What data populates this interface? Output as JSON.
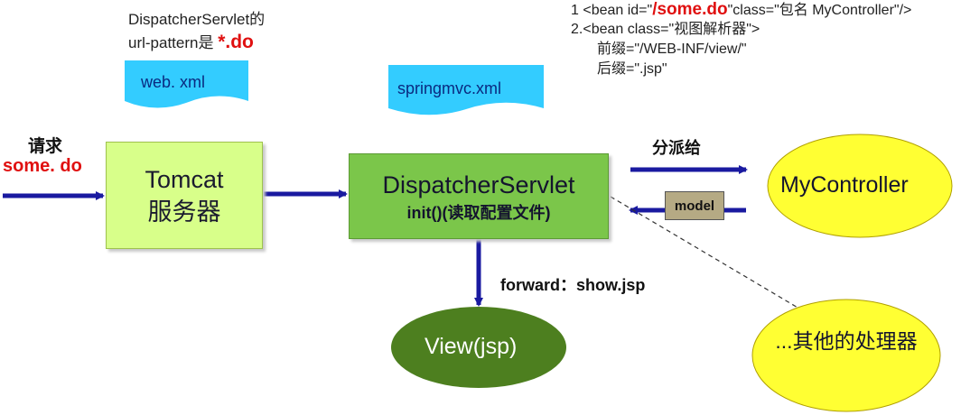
{
  "config_note": {
    "line1_prefix": "1 <bean id=\"",
    "line1_highlight": "/some.do",
    "line1_suffix": "\"class=\"包名 MyController\"/>",
    "line2": "2.<bean class=\"视图解析器\">",
    "line3": "前缀=\"/WEB-INF/view/\"",
    "line4": "后缀=\".jsp\""
  },
  "web_xml_note": {
    "line1": "DispatcherServlet的",
    "line2_prefix": "url-pattern是 ",
    "line2_highlight": "*.do"
  },
  "documents": {
    "web_xml": "web. xml",
    "springmvc_xml": "springmvc.xml"
  },
  "request": {
    "label": "请求",
    "url": "some. do"
  },
  "nodes": {
    "tomcat": {
      "line1": "Tomcat",
      "line2": "服务器"
    },
    "dispatcher": {
      "title": "DispatcherServlet",
      "subtitle": "init()(读取配置文件)"
    },
    "controller": "MyController",
    "other": "...其他的处理器",
    "view": "View(jsp)"
  },
  "edges": {
    "dispatch_label": "分派给",
    "model_label": "model",
    "forward_label": "forward：show.jsp"
  },
  "colors": {
    "arrow": "#1a1aa0",
    "tomcat_fill": "#d8ff8a",
    "dispatcher_fill": "#7bc64a",
    "ellipse_fill": "#ffff33",
    "view_fill": "#4d7f1f",
    "doc_fill": "#33ccff",
    "highlight": "#e01010"
  }
}
